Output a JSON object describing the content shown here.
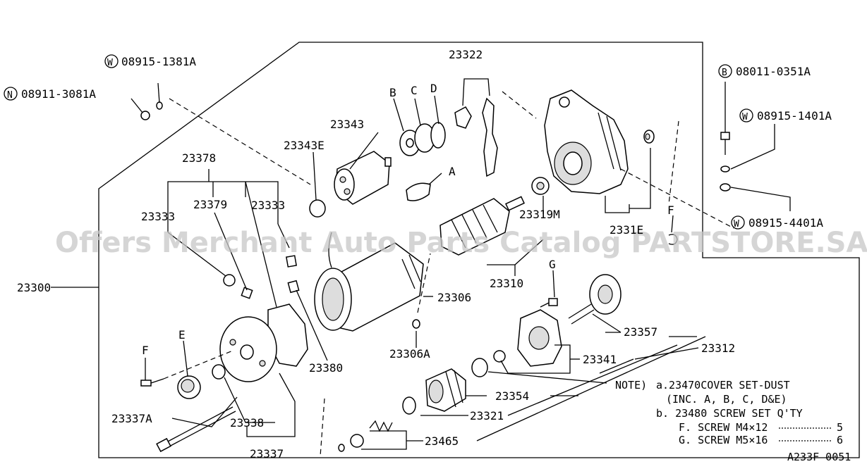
{
  "labels": {
    "p23300": "23300",
    "p23378": "23378",
    "p23333a": "23333",
    "p23379": "23379",
    "p23333b": "23333",
    "p23343": "23343",
    "p23343e": "23343E",
    "pB": "B",
    "pC": "C",
    "pD": "D",
    "pA": "A",
    "p23322": "23322",
    "p23319m": "23319M",
    "p23310": "23310",
    "p23306": "23306",
    "p23306a": "23306A",
    "p23380": "23380",
    "pE": "E",
    "pF1": "F",
    "pF2": "F",
    "pG": "G",
    "p23337a": "23337A",
    "p23338": "23338",
    "p23337": "23337",
    "p23357": "23357",
    "p23341": "23341",
    "p23312": "23312",
    "p23354": "23354",
    "p23321": "23321",
    "p23465": "23465",
    "p2331e": "2331E"
  },
  "fasteners": {
    "w1_symbol": "W",
    "w1_code": "08915-1381A",
    "n1_symbol": "N",
    "n1_code": "08911-3081A",
    "b1_symbol": "B",
    "b1_code": "08011-0351A",
    "w2_symbol": "W",
    "w2_code": "08915-1401A",
    "w3_symbol": "W",
    "w3_code": "08915-4401A"
  },
  "note": {
    "heading": "NOTE)",
    "line1": "a.23470COVER SET-DUST",
    "line2": "(INC. A, B, C, D&E)",
    "line3": "b. 23480 SCREW SET  Q'TY",
    "row1_label": "F. SCREW M4×12",
    "row1_qty": "5",
    "row2_label": "G. SCREW M5×16",
    "row2_qty": "6"
  },
  "figure_code": "A233F 0051",
  "watermark": "Offers Merchant Auto Parts Catalog PARTSTORE.SA"
}
